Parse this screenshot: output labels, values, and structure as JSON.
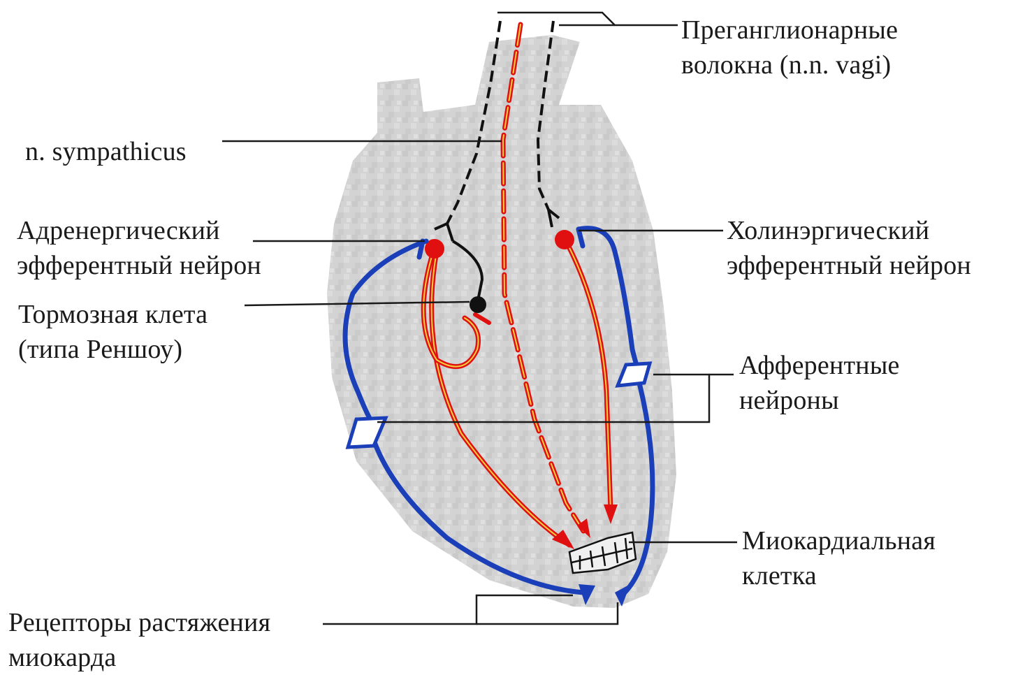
{
  "labels": {
    "preganglionic": [
      "Преганглионарные",
      "волокна (n.n. vagi)"
    ],
    "sympathicus": [
      "n. sympathicus"
    ],
    "adrenergic": [
      "Адренергический",
      "эфферентный нейрон"
    ],
    "cholinergic": [
      "Холинэргический",
      "эфферентный нейрон"
    ],
    "inhibitory": [
      "Тормозная клета",
      "(типа Реншоу)"
    ],
    "afferent": [
      "Афферентные",
      "нейроны"
    ],
    "myocardial": [
      "Миокардиальная",
      "клетка"
    ],
    "receptors": [
      "Рецепторы растяжения",
      "миокарда"
    ]
  },
  "colors": {
    "heart": "#d2d2d2",
    "efferent": "#e01010",
    "efferent_core": "#f4d040",
    "afferent": "#1a3fb8",
    "preganglionic": "#111111",
    "leader": "#1a1a1a"
  }
}
